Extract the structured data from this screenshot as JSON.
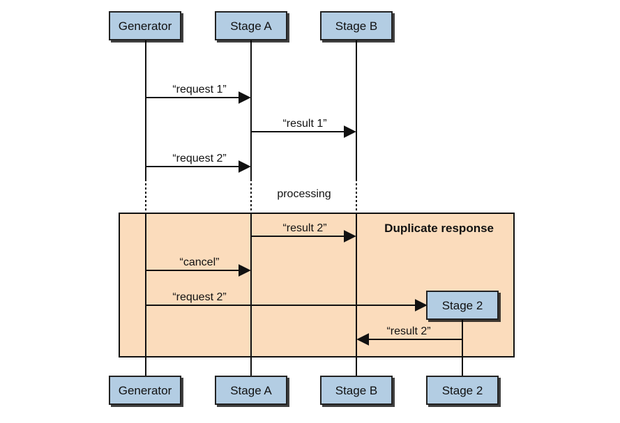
{
  "participants": {
    "generator": "Generator",
    "stage_a": "Stage A",
    "stage_b": "Stage B",
    "stage_2": "Stage 2"
  },
  "messages": {
    "m1": "“request 1”",
    "m2": "“result 1”",
    "m3": "“request 2”",
    "m4": "“result 2”",
    "m5": "“cancel”",
    "m6": "“request 2”",
    "m7": "“result 2”"
  },
  "note": "processing",
  "frame": {
    "title": "Duplicate response"
  },
  "colors": {
    "box_fill": "#b3cde3",
    "box_stroke": "#222222",
    "frame_fill": "#fbdcbc",
    "line": "#111111"
  }
}
